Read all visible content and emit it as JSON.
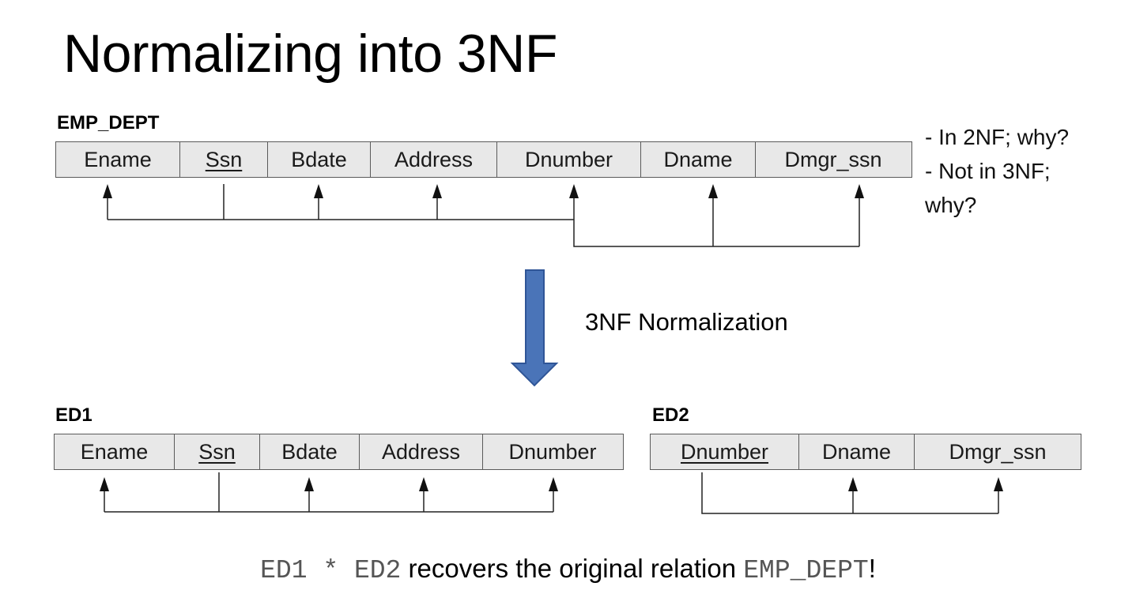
{
  "title": "Normalizing into 3NF",
  "emp_dept": {
    "label": "EMP_DEPT",
    "attributes": [
      "Ename",
      "Ssn",
      "Bdate",
      "Address",
      "Dnumber",
      "Dname",
      "Dmgr_ssn"
    ],
    "key": "Ssn"
  },
  "notes": [
    "- In 2NF; why?",
    "- Not in 3NF;",
    "why?"
  ],
  "normalization_label": "3NF Normalization",
  "arrow_color": "#4a74b8",
  "ed1": {
    "label": "ED1",
    "attributes": [
      "Ename",
      "Ssn",
      "Bdate",
      "Address",
      "Dnumber"
    ],
    "key": "Ssn"
  },
  "ed2": {
    "label": "ED2",
    "attributes": [
      "Dnumber",
      "Dname",
      "Dmgr_ssn"
    ],
    "key": "Dnumber"
  },
  "footer": {
    "expr": "ED1 * ED2",
    "text": " recovers the original relation ",
    "relation": "EMP_DEPT",
    "end": "!"
  }
}
